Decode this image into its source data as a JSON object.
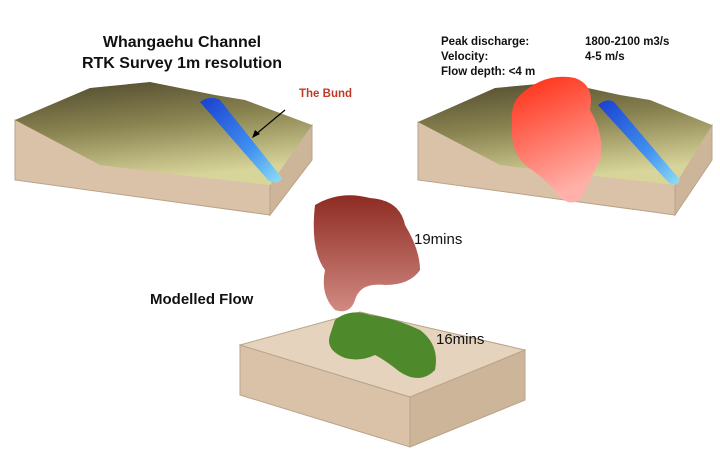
{
  "title": {
    "line1": "Whangaehu Channel",
    "line2": "RTK Survey 1m resolution"
  },
  "annotation": {
    "bund": "The Bund",
    "bund_color": "#c0392b"
  },
  "flow_stats": [
    {
      "label": "Peak discharge:",
      "value": "1800-2100 m3/s"
    },
    {
      "label": "Velocity:",
      "value": "4-5 m/s"
    },
    {
      "label": "Flow depth: <4 m",
      "value": ""
    }
  ],
  "modelled": {
    "label": "Modelled Flow",
    "time_red": "19mins",
    "time_green": "16mins"
  },
  "colors": {
    "terrain": "#8a8451",
    "block_side": "#d9c2a8",
    "flow_red": "#e83a2a",
    "flow_green": "#4e8a2c",
    "channel_blue": "#2e6fe0"
  }
}
